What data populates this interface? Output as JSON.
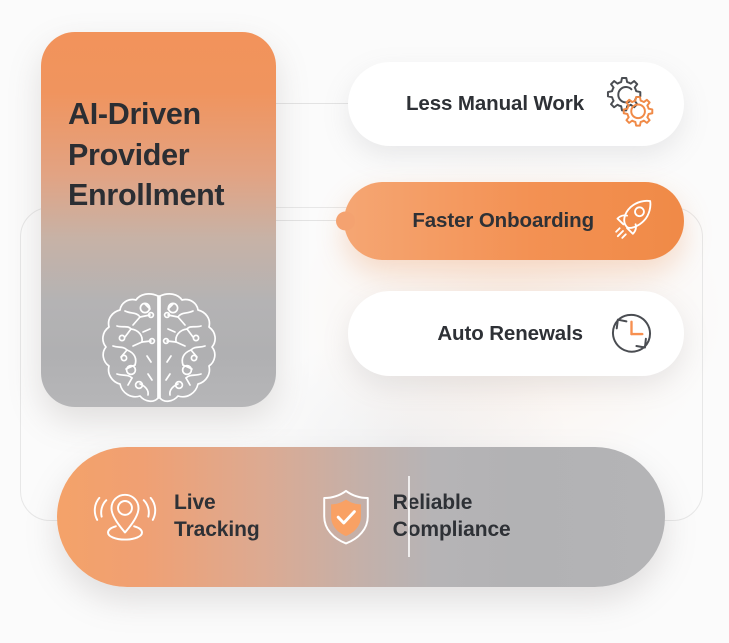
{
  "hero": {
    "title": "AI-Driven\nProvider\nEnrollment",
    "icon": "brain-circuit-icon",
    "gradient_from": "#f2935b",
    "gradient_to": "#b4b3b4"
  },
  "features": [
    {
      "id": "less-manual-work",
      "label": "Less Manual Work",
      "icon": "gears-icon",
      "style": "white",
      "accent": "#f08a47"
    },
    {
      "id": "faster-onboarding",
      "label": "Faster Onboarding",
      "icon": "rocket-icon",
      "style": "orange",
      "accent": "#f39153"
    },
    {
      "id": "auto-renewals",
      "label": "Auto Renewals",
      "icon": "refresh-clock-icon",
      "style": "white",
      "accent": "#f08a47"
    }
  ],
  "bottom_bar": {
    "items": [
      {
        "id": "live-tracking",
        "label": "Live\nTracking",
        "icon": "location-pin-signal-icon"
      },
      {
        "id": "reliable-compliance",
        "label": "Reliable\nCompliance",
        "icon": "shield-check-icon"
      }
    ]
  },
  "theme": {
    "background": "#fbfbfb",
    "orange": "#f39153",
    "orange_light": "#f5a673",
    "gray": "#b2b2b4",
    "text_dark": "#2e3136",
    "line": "#e3e3e3"
  }
}
